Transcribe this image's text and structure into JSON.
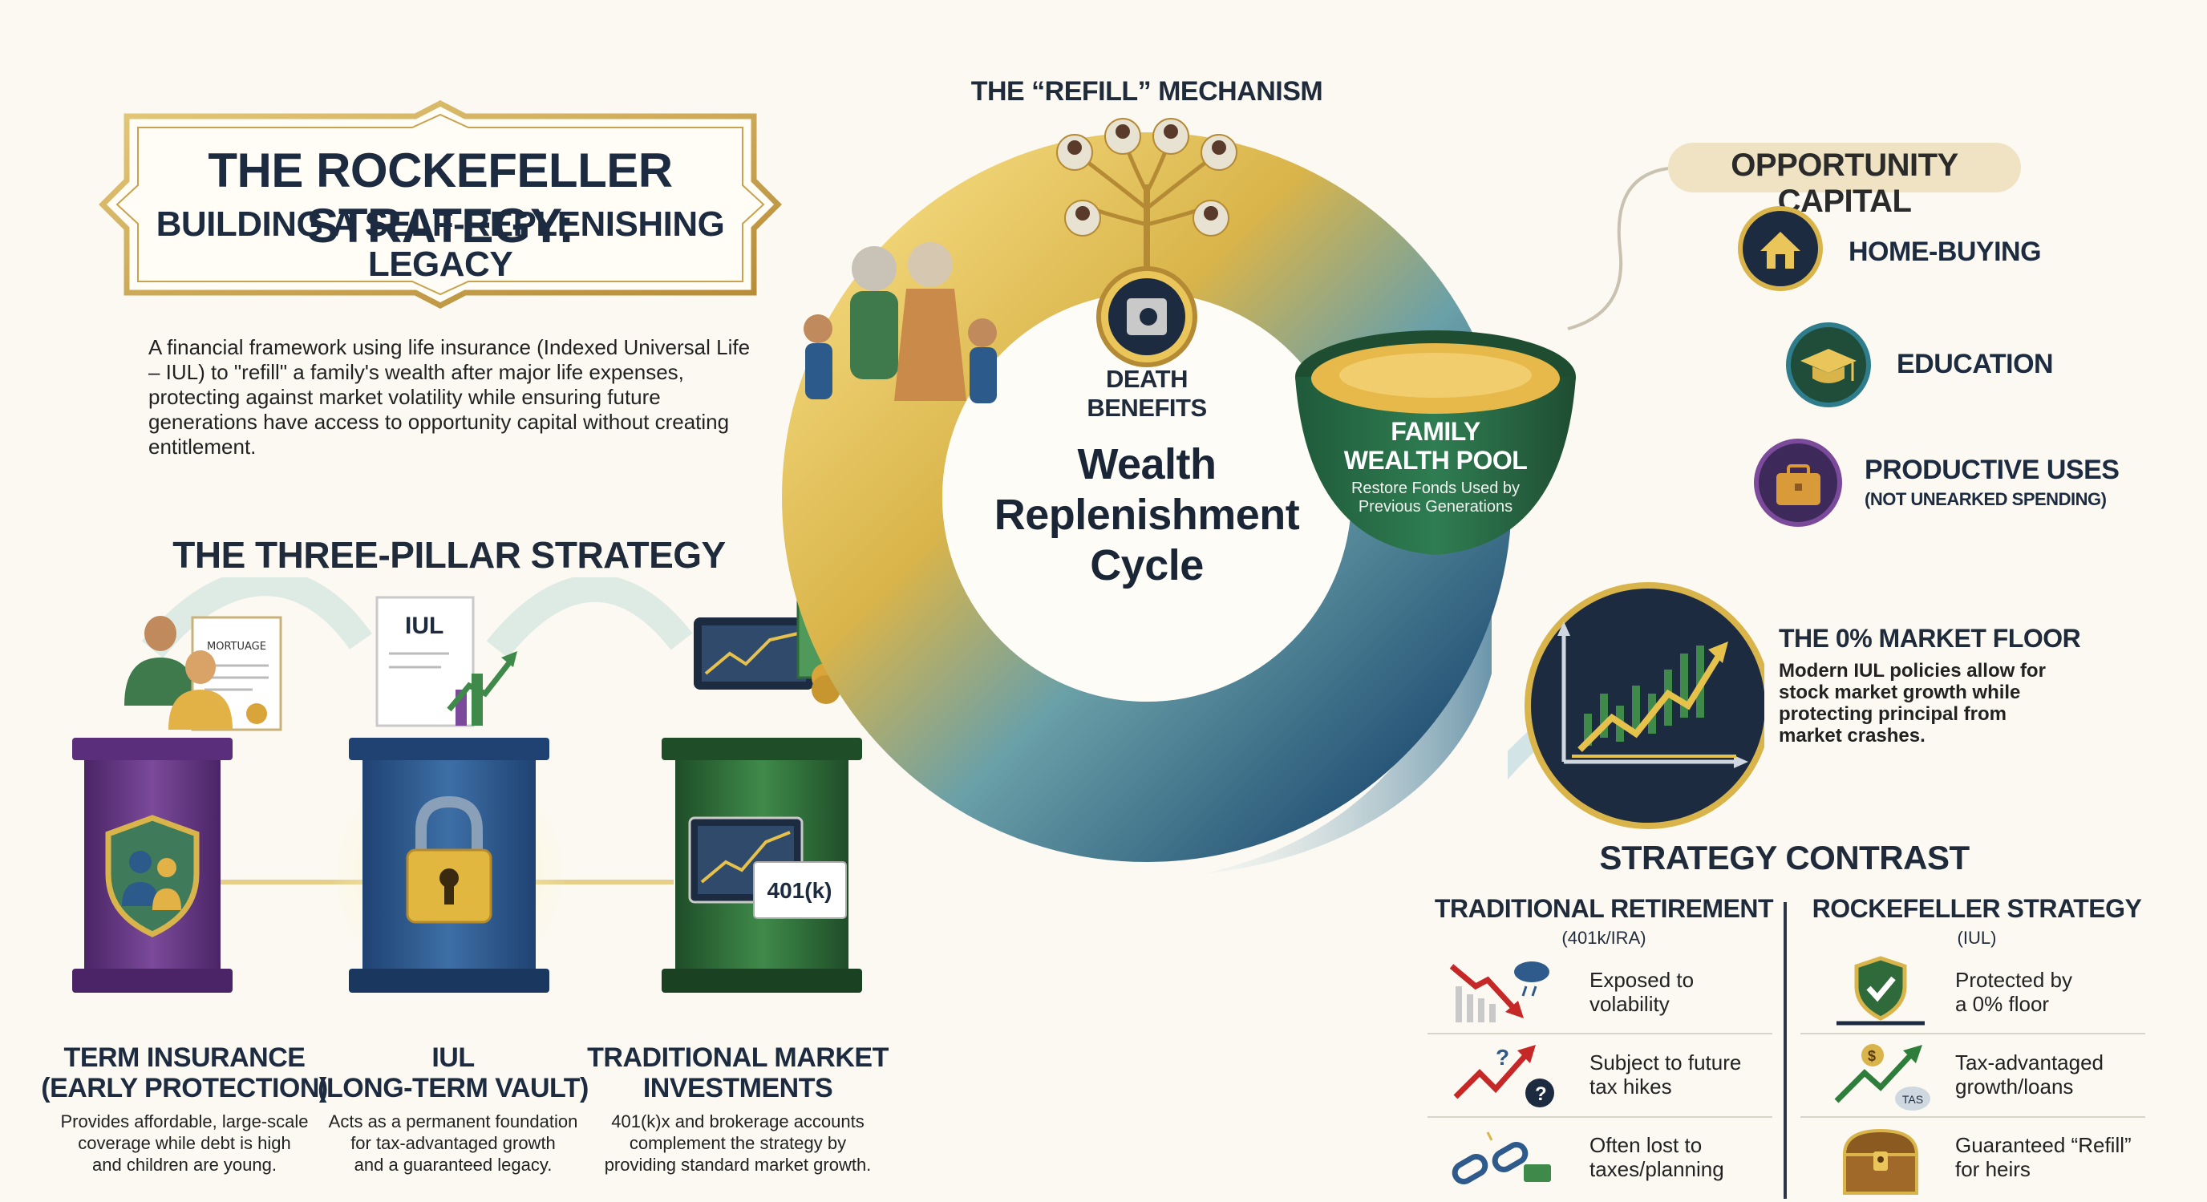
{
  "title": {
    "line1": "THE ROCKEFELLER STRATEGY:",
    "line2": "BUILDING A SELF-REPLENISHING LEGACY"
  },
  "intro": "A financial framework using life insurance (Indexed Universal Life – IUL) to \"refill\" a family's wealth after major life expenses, protecting against market volatility while ensuring future generations have access to opportunity capital without creating entitlement.",
  "pillars": {
    "heading": "THE THREE-PILLAR STRATEGY",
    "items": [
      {
        "title1": "TERM INSURANCE",
        "title2": "(EARLY PROTECTION)",
        "desc1": "Provides affordable, large-scale",
        "desc2": "coverage while debt is high",
        "desc3": "and children are young.",
        "doc_label": "MORTUAGE"
      },
      {
        "title1": "IUL",
        "title2": "(LONG-TERM VAULT)",
        "desc1": "Acts as a permanent foundation",
        "desc2": "for tax-advantaged growth",
        "desc3": "and a guaranteed legacy.",
        "doc_label": "IUL"
      },
      {
        "title1": "TRADITIONAL MARKET",
        "title2": "INVESTMENTS",
        "desc1": "401(k)x and brokerage accounts",
        "desc2": "complement the strategy by",
        "desc3": "providing standard market growth.",
        "doc_label": "401(k)"
      }
    ]
  },
  "cycle": {
    "refill_title": "THE “REFILL” MECHANISM",
    "death_line1": "DEATH",
    "death_line2": "BENEFITS",
    "center_line1": "Wealth",
    "center_line2": "Replenishment",
    "center_line3": "Cycle",
    "pool_line1": "FAMILY",
    "pool_line2": "WEALTH POOL",
    "pool_desc1": "Restore Fonds Used by",
    "pool_desc2": "Previous Generations"
  },
  "opportunity": {
    "title": "OPPORTUNITY CAPITAL",
    "items": [
      {
        "label": "HOME-BUYING",
        "icon": "house-icon"
      },
      {
        "label": "EDUCATION",
        "icon": "graduation-cap-icon"
      },
      {
        "label": "PRODUCTIVE USES",
        "icon": "briefcase-icon"
      }
    ],
    "sub": "(NOT UNEARKED SPENDING)"
  },
  "floor": {
    "title": "THE 0% MARKET FLOOR",
    "desc1": "Modern IUL policies allow for",
    "desc2": "stock market growth while",
    "desc3": "protecting principal from",
    "desc4": "market crashes."
  },
  "contrast": {
    "title": "STRATEGY CONTRAST",
    "left_head": "TRADITIONAL RETIREMENT",
    "left_sub": "(401k/IRA)",
    "right_head": "ROCKEFELLER STRATEGY",
    "right_sub": "(IUL)",
    "left_rows": [
      {
        "l1": "Exposed to",
        "l2": "volability"
      },
      {
        "l1": "Subject to future",
        "l2": "tax hikes"
      },
      {
        "l1": "Often lost to",
        "l2": "taxes/planning"
      }
    ],
    "right_rows": [
      {
        "l1": "Protected by",
        "l2": "a 0% floor"
      },
      {
        "l1": "Tax-advantaged",
        "l2": "growth/loans"
      },
      {
        "l1": "Guaranteed “Refill”",
        "l2": "for heirs"
      }
    ],
    "tas_label": "TAS",
    "coin_label": "$"
  },
  "colors": {
    "navy": "#1d2b40",
    "gold": "#d9b44a",
    "teal": "#2f7d8c",
    "purple": "#5a2e7a",
    "blue": "#2e5a8c",
    "green": "#2f6b3a"
  }
}
